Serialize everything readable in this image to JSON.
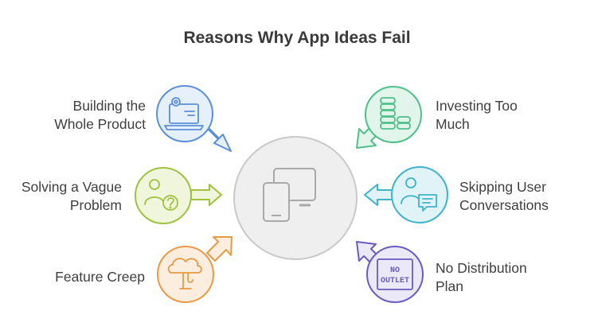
{
  "title": "Reasons Why App Ideas Fail",
  "center": {
    "icon": "devices-icon"
  },
  "reasons": [
    {
      "lines": [
        "Building the",
        "Whole Product"
      ],
      "icon": "laptop-gear-icon",
      "color": "#5b8fd9",
      "fill": "#e6f0fb"
    },
    {
      "lines": [
        "Solving a Vague",
        "Problem"
      ],
      "icon": "person-question-icon",
      "color": "#9fc23f",
      "fill": "#eff6dc"
    },
    {
      "lines": [
        "Feature Creep"
      ],
      "icon": "cloud-mushroom-icon",
      "color": "#e89a45",
      "fill": "#fbeedf"
    },
    {
      "lines": [
        "Investing Too",
        "Much"
      ],
      "icon": "coin-stacks-icon",
      "color": "#4fc089",
      "fill": "#e2f5ea"
    },
    {
      "lines": [
        "Skipping User",
        "Conversations"
      ],
      "icon": "person-chat-icon",
      "color": "#3fb3cc",
      "fill": "#e0f3f7"
    },
    {
      "lines": [
        "No Distribution",
        "Plan"
      ],
      "icon": "no-outlet-sign-icon",
      "sign_lines": [
        "NO",
        "OUTLET"
      ],
      "color": "#6b5bbf",
      "fill": "#ebe8f7"
    }
  ]
}
